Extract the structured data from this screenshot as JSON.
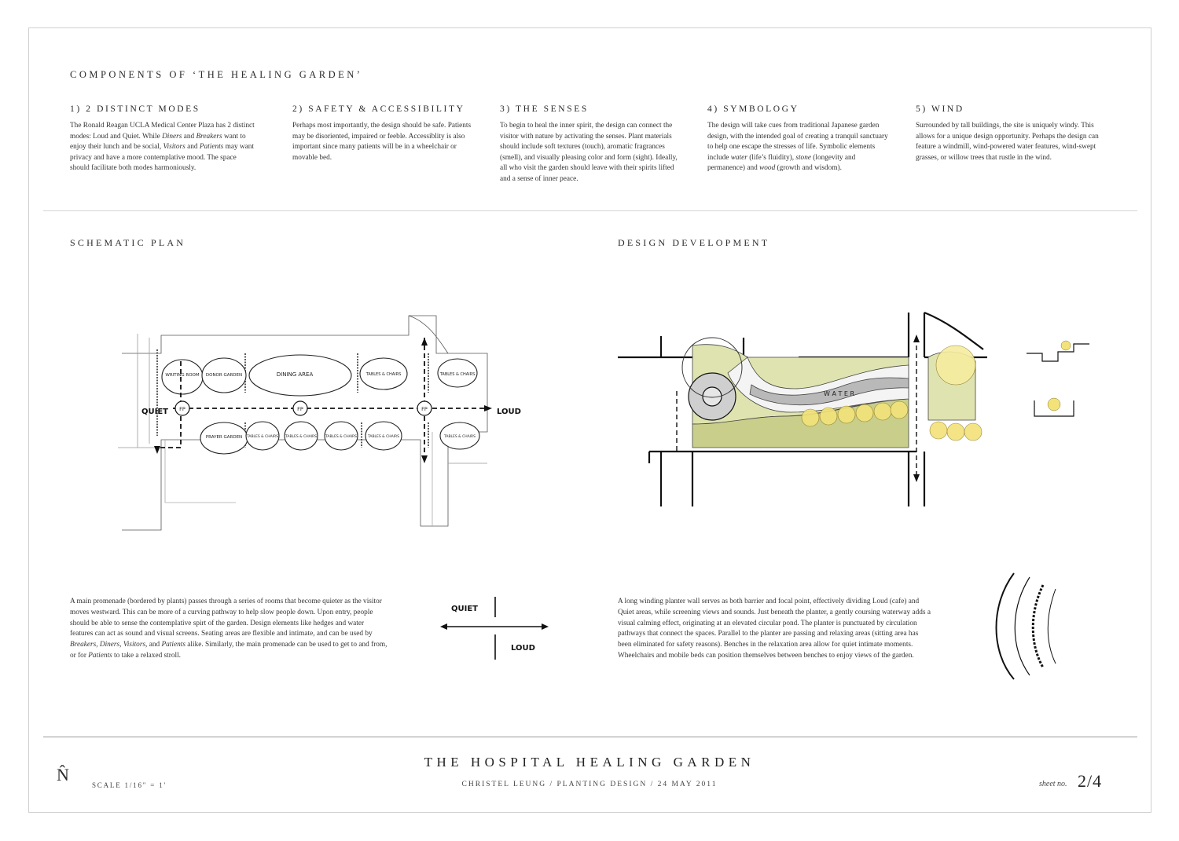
{
  "page": {
    "title": "COMPONENTS OF ‘THE HEALING GARDEN’"
  },
  "components": [
    {
      "heading": "1) 2 DISTINCT MODES",
      "parts": [
        {
          "t": "The Ronald Reagan UCLA Medical Center Plaza has 2 distinct modes: Loud and Quiet. While "
        },
        {
          "t": "Diners",
          "i": true
        },
        {
          "t": " and "
        },
        {
          "t": "Breakers",
          "i": true
        },
        {
          "t": " want to enjoy their lunch and be social, "
        },
        {
          "t": "Visitors",
          "i": true
        },
        {
          "t": " and "
        },
        {
          "t": "Patients",
          "i": true
        },
        {
          "t": " may want privacy and have a more contemplative mood. The space should facilitate both modes harmoniously."
        }
      ]
    },
    {
      "heading": "2) SAFETY & ACCESSIBILITY",
      "parts": [
        {
          "t": "Perhaps most importantly, the design should be safe. Patients may be disoriented, impaired or feeble. Accessiblity is also important since many patients will be in a wheelchair or movable bed."
        }
      ]
    },
    {
      "heading": "3) THE SENSES",
      "parts": [
        {
          "t": "To begin to heal the inner spirit, the design can connect the visitor with nature by activating the senses. Plant materials should include soft textures (touch), aromatic fragrances (smell), and visually pleasing color and form (sight). Ideally, all who visit the garden should leave with their spirits lifted and a sense of inner peace."
        }
      ]
    },
    {
      "heading": "4) SYMBOLOGY",
      "parts": [
        {
          "t": "The design will take cues from traditional Japanese garden design, with the intended goal of creating a tranquil sanctuary to help one escape the stresses of life. Symbolic elements include "
        },
        {
          "t": "water",
          "i": true
        },
        {
          "t": " (life’s fluidity), "
        },
        {
          "t": "stone",
          "i": true
        },
        {
          "t": " (longevity and permanence) and "
        },
        {
          "t": "wood",
          "i": true
        },
        {
          "t": " (growth and wisdom)."
        }
      ]
    },
    {
      "heading": "5) WIND",
      "parts": [
        {
          "t": "Surrounded by tall buildings, the site is uniquely windy. This allows for a unique design opportunity. Perhaps the design can feature a windmill, wind-powered water features, wind-swept grasses, or willow trees that rustle in the wind."
        }
      ]
    }
  ],
  "schematic": {
    "title": "SCHEMATIC PLAN",
    "labels": {
      "quiet": "QUIET",
      "loud": "LOUD",
      "writing": "WRITING ROOM",
      "donor": "DONOR GARDEN",
      "dining": "DINING AREA",
      "tables1": "TABLES & CHAIRS",
      "tables2": "TABLES & CHAIRS",
      "prayer": "PRAYER GARDEN",
      "tables3": "TABLES & CHAIRS",
      "tables4": "TABLES & CHAIRS",
      "tables5": "TABLES & CHAIRS",
      "tables6": "TABLES & CHAIRS",
      "tables7": "TABLES & CHAIRS",
      "fp": "FP"
    },
    "description": [
      {
        "t": "A main promenade (bordered by plants) passes through a series of rooms that become quieter as the visitor moves westward. This can be more of a curving pathway to help slow people down. Upon entry, people should be able to sense the contemplative spirt of the garden. Design elements like hedges and water features can act as sound and visual screens. Seating areas are flexible and intimate, and can be used by "
      },
      {
        "t": "Breakers, Diners, Visitors,",
        "i": true
      },
      {
        "t": " and "
      },
      {
        "t": "Patients",
        "i": true
      },
      {
        "t": " alike. Similarly, the main promenade can be used to get to and from, or for "
      },
      {
        "t": "Patients",
        "i": true
      },
      {
        "t": " to take a relaxed stroll."
      }
    ],
    "diagram": {
      "quiet": "QUIET",
      "loud": "LOUD"
    }
  },
  "development": {
    "title": "DESIGN DEVELOPMENT",
    "labels": {
      "water": "W A T E R"
    },
    "description": [
      {
        "t": "A long winding planter wall serves as both barrier and focal point, effectively dividing Loud (cafe) and Quiet areas, while screening views and sounds. Just beneath the planter, a gently coursing waterway adds a visual calming effect, originating at an elevated circular pond. The planter is punctuated by circulation pathways that connect the spaces. Parallel to the planter are passing and relaxing areas (sitting area has been eliminated for safety reasons). Benches in the relaxation area allow for quiet intimate moments. Wheelchairs and mobile beds can position themselves between benches to enjoy views of the garden."
      }
    ]
  },
  "footer": {
    "title": "THE HOSPITAL HEALING GARDEN",
    "subtitle": "CHRISTEL LEUNG  /  PLANTING DESIGN  /  24 MAY 2011",
    "scale": "SCALE 1/16\" = 1'",
    "north": "N̂",
    "sheet_label": "sheet no.",
    "sheet_number": "2/4"
  },
  "colors": {
    "ink": "#222222",
    "planting": "#c9cf8a",
    "tree_yellow": "#f3e27a",
    "water_gray": "#b9b9b9"
  }
}
